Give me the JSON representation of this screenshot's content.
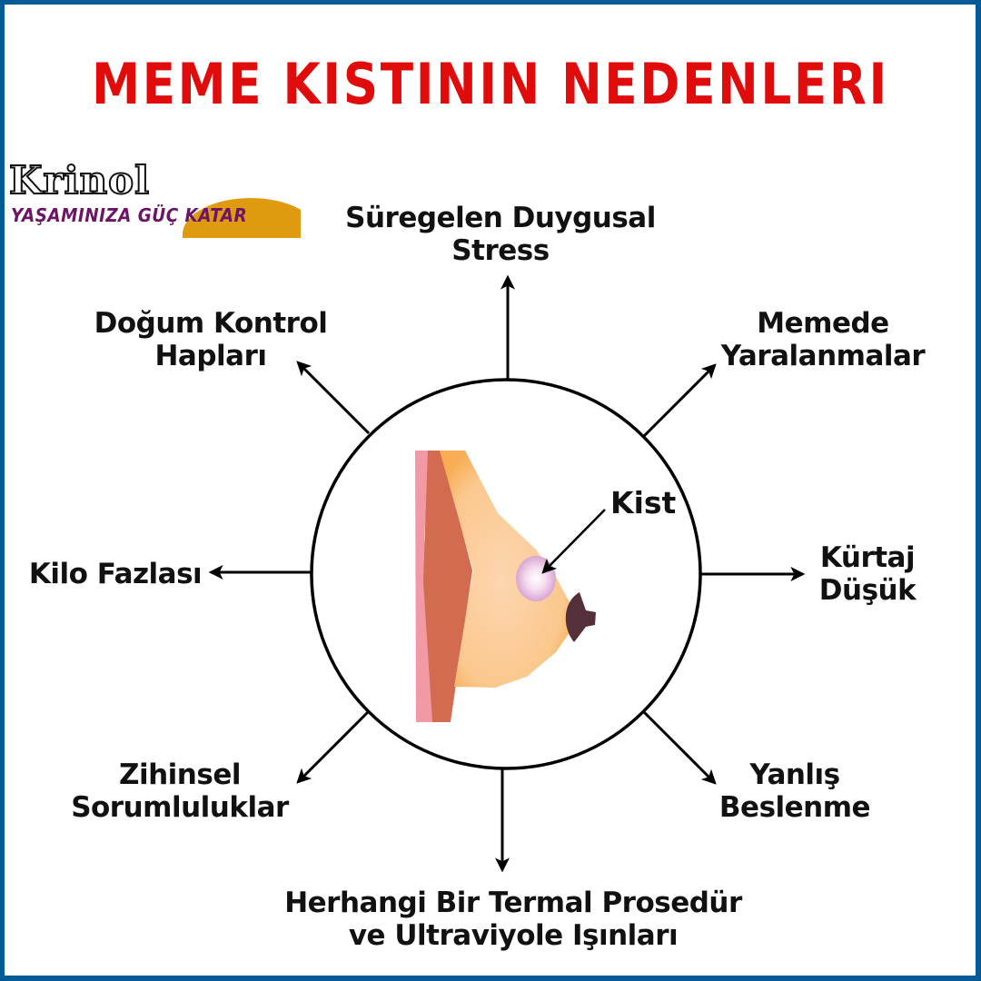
{
  "title": "MEME KISTININ NEDENLERI",
  "logo": {
    "name": "Krinol",
    "tagline": "YAŞAMINIZA GÜÇ KATAR",
    "accent_color": "#e09a10",
    "tagline_color": "#6c1468"
  },
  "colors": {
    "title": "#e00c0c",
    "frame": "#005a96",
    "text": "#111111"
  },
  "center": {
    "illustration": "breast-cross-section",
    "callout": "Kist"
  },
  "causes": [
    {
      "position": "top",
      "line1": "Süregelen Duygusal",
      "line2": "Stress"
    },
    {
      "position": "top-right",
      "line1": "Memede",
      "line2": "Yaralanmalar"
    },
    {
      "position": "right",
      "line1": "Kürtaj",
      "line2": "Düşük"
    },
    {
      "position": "bottom-right",
      "line1": "Yanlış",
      "line2": "Beslenme"
    },
    {
      "position": "bottom",
      "line1": "Herhangi Bir Termal Prosedür",
      "line2": "ve Ultraviyole Işınları"
    },
    {
      "position": "bottom-left",
      "line1": "Zihinsel",
      "line2": "Sorumluluklar"
    },
    {
      "position": "left",
      "line1": "Kilo Fazlası",
      "line2": ""
    },
    {
      "position": "top-left",
      "line1": "Doğum Kontrol",
      "line2": "Hapları"
    }
  ]
}
